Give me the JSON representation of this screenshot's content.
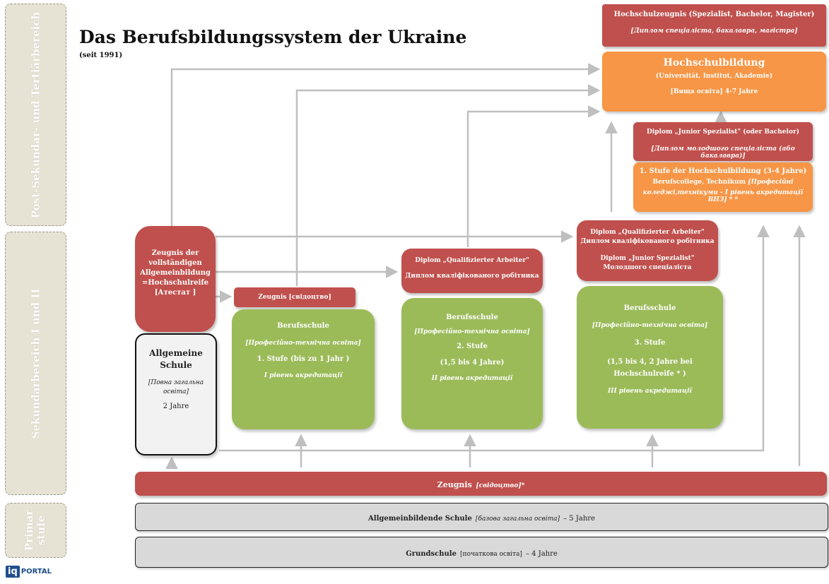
{
  "title": "Das Berufsbildungssystem der Ukraine",
  "subtitle": "(seit 1991)",
  "side_labels": {
    "post": "Post-Sekundar- und Tertiärbereich",
    "sek": "Sekundarbereich I und II",
    "prim_line1": "Primar",
    "prim_line2": "stufe"
  },
  "logo": {
    "mark": "iq",
    "text": "PORTAL"
  },
  "boxes": {
    "hochschulzeugnis": {
      "line1": "Hochschulzeugnis (Spezialist, Bachelor, Magister)",
      "line2": "[Диплом спеціаліста, бакалавра, магістра]"
    },
    "hochschulbildung": {
      "title": "Hochschulbildung",
      "line2": "(Universität, Institut, Akademie)",
      "line3": "[Вища освіта]  4-7 Jahre"
    },
    "junior_diplom": {
      "line1": "Diplom „Junior Spezialist\" (oder Bachelor)",
      "line2": "[Диплом молодшого спеціаліста (або бакалавра)]"
    },
    "stufe1_hochschule": {
      "line1": "1. Stufe der Hochschulbildung (3-4 Jahre)",
      "line2a": "Berufscollege, Technikum",
      "line2b": "[Професійні",
      "line3": "коледжі,технікуми - I рівень акредитації ВНЗ]",
      "line3b": "* *"
    },
    "zeugnis_hochschulreife": {
      "line1": "Zeugnis der",
      "line2": "vollständigen",
      "line3": "Allgemeinbildung",
      "line4": "=Hochschulreife",
      "line5": "[Атестат ]"
    },
    "allgemeine_schule": {
      "line1": "Allgemeine",
      "line2": "Schule",
      "line3": "[Повна загальна",
      "line4": "освіта]",
      "line5": "2 Jahre"
    },
    "zeugnis_svidoctvo": {
      "label": "Zeugnis [свідоцтво]"
    },
    "berufsschule1": {
      "title": "Berufsschule",
      "ua": "[Професійно-технічна освіта]",
      "stufe": "1. Stufe  (bis zu 1 Jahr )",
      "level": "I рівень акредитації"
    },
    "diplom_qa1": {
      "line1": "Diplom „Qualifizierter Arbeiter\"",
      "line2": "Диплом кваліфікованого робітника"
    },
    "berufsschule2": {
      "title": "Berufsschule",
      "ua": "[Професійно-технічна освіта]",
      "stufe": "2. Stufe",
      "duration": "(1,5 bis 4 Jahre)",
      "level": "II рівень акредитації"
    },
    "diplom_qa2": {
      "line1": "Diplom „Qualifizierter Arbeiter\"",
      "line2": "Диплом кваліфікованого робітника",
      "line3": "Diplom „Junior Spezialist\"",
      "line4": "Молодшого спеціаліста"
    },
    "berufsschule3": {
      "title": "Berufsschule",
      "ua": "[Професійно-технічна освіта]",
      "stufe": "3. Stufe",
      "duration1": "(1,5 bis 4, 2 Jahre bei",
      "duration2": "Hochschulreife * )",
      "level": "III рівень акредитації"
    },
    "zeugnis_bottom": {
      "label": "Zeugnis",
      "ua": "[свідоцтво]",
      "mark": "*"
    },
    "allgemeinbildende": {
      "label": "Allgemeinbildende Schule",
      "ua": "[базова загальна освіта]",
      "duration": "– 5 Jahre"
    },
    "grundschule": {
      "label": "Grundschule",
      "ua": "[початкова освіта]",
      "duration": "– 4 Jahre"
    }
  },
  "colors": {
    "red": "#c0504d",
    "orange": "#f79646",
    "green": "#9bbb59",
    "grey": "#d9d9d9",
    "side": "#e6e2d4",
    "arrow": "#bfbfbf"
  }
}
